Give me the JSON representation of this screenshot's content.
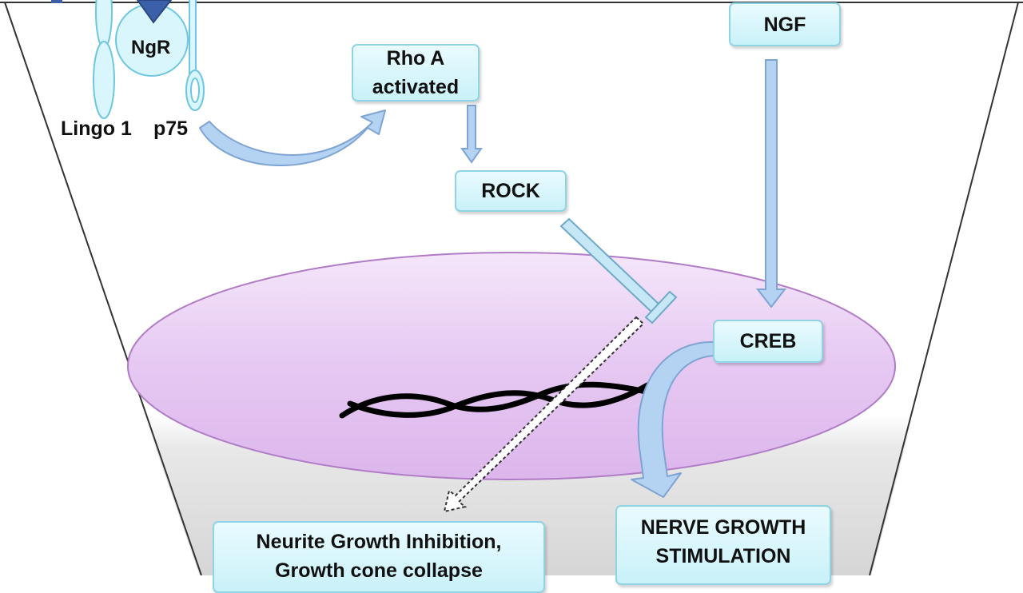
{
  "receptor": {
    "ngr": "NgR",
    "lingo": "Lingo 1",
    "p75": "p75"
  },
  "nodes": {
    "rhoa_line1": "Rho A",
    "rhoa_line2": "activated",
    "rock": "ROCK",
    "ngf": "NGF",
    "creb": "CREB"
  },
  "outcomes": {
    "inhibition_line1": "Neurite Growth Inhibition,",
    "inhibition_line2": "Growth cone collapse",
    "stimulation_line1": "NERVE GROWTH",
    "stimulation_line2": "STIMULATION"
  },
  "colors": {
    "box_fill": "#c9f1f8",
    "box_border": "#8fd3e4",
    "nucleus_fill": "#e8c8f4",
    "nucleus_border": "#b07cc6",
    "arrow_blue": "#a9c9ee",
    "arrow_border": "#7fa4d2",
    "ligand": "#3b5fa8"
  }
}
